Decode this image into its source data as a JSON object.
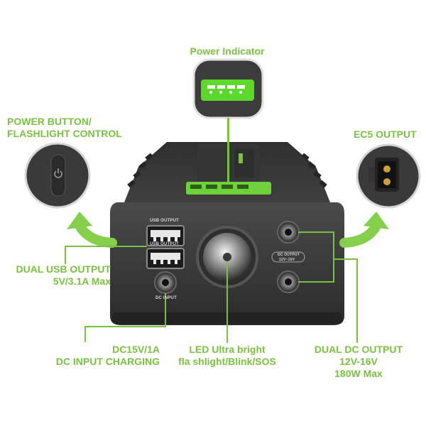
{
  "labels": {
    "power_indicator": "Power Indicator",
    "power_button": [
      "POWER BUTTON/",
      "FLASHLIGHT CONTROL"
    ],
    "ec5_output": "EC5 OUTPUT",
    "dual_usb": [
      "DUAL USB OUTPUT",
      "5V/3.1A Max"
    ],
    "dc_input": [
      "DC15V/1A",
      "DC INPUT CHARGING"
    ],
    "led": [
      "LED Ultra bright",
      "fla shlight/Blink/SOS"
    ],
    "dual_dc": [
      "DUAL DC OUTPUT",
      "12V-16V",
      "180W Max"
    ]
  },
  "device_text": {
    "usb_output_1": "USB OUTPUT",
    "usb_output_2": "USB OUTPUT",
    "dc_input": "DC INPUT",
    "dc_output": "DC OUTPUT",
    "dc_output_range": "12V~16V"
  },
  "colors": {
    "accent_green": "#7ac142",
    "indicator_green": "#5bd82a",
    "device_body": "#3a3a3a",
    "device_dark": "#232323"
  },
  "icons": {
    "power": "power-symbol-icon",
    "ec5": "ec5-connector-icon",
    "arrows": "curved-arrow-icon"
  }
}
